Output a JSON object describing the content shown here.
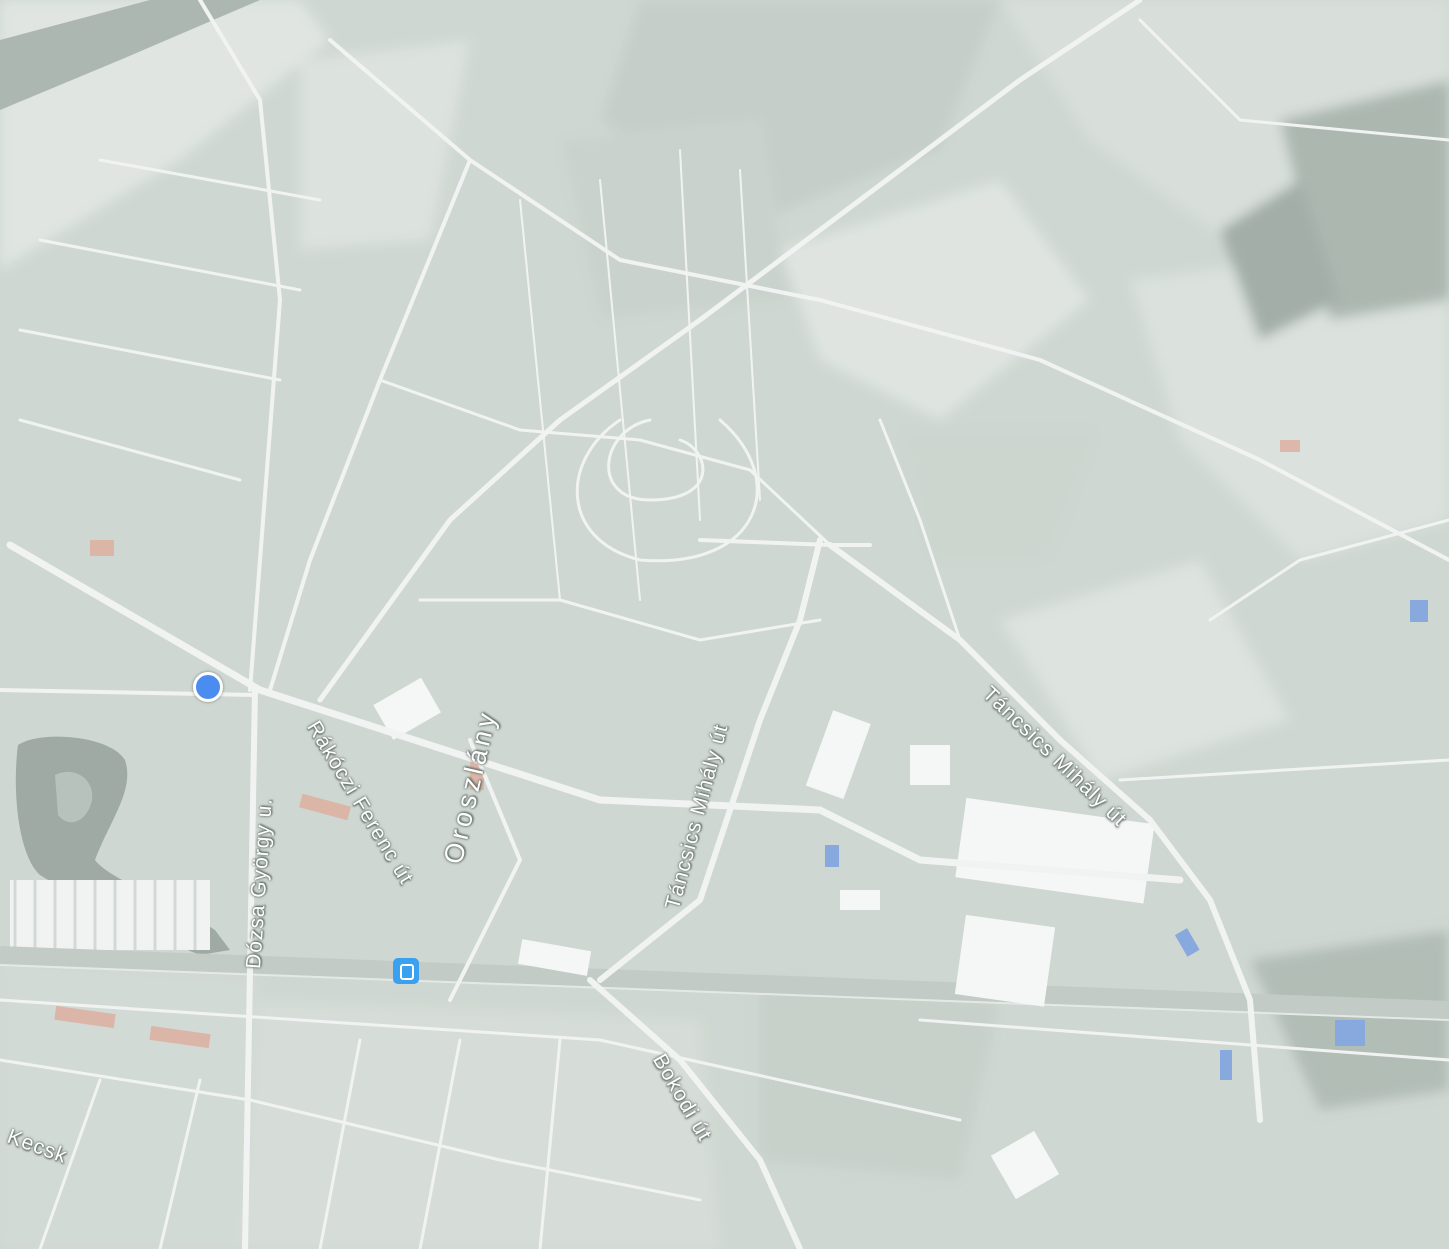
{
  "map": {
    "labels": {
      "dozsa": "Dózsa György u.",
      "rakoczi": "Rákóczi Ferenc út",
      "oroszlany": "Oroszlány",
      "tancsics1": "Táncsics Mihály út",
      "tancsics2": "Táncsics Mihály út",
      "bokodi": "Bokodi út",
      "kecsk": "Kecsk"
    },
    "icons": {
      "location": "current-location-icon",
      "station": "train-station-icon"
    },
    "colors": {
      "land": "#c9d3cb",
      "road": "#f2f4f2",
      "water": "#8c9a93",
      "location": "#4a8cf0",
      "station": "#3aa0f0"
    }
  }
}
